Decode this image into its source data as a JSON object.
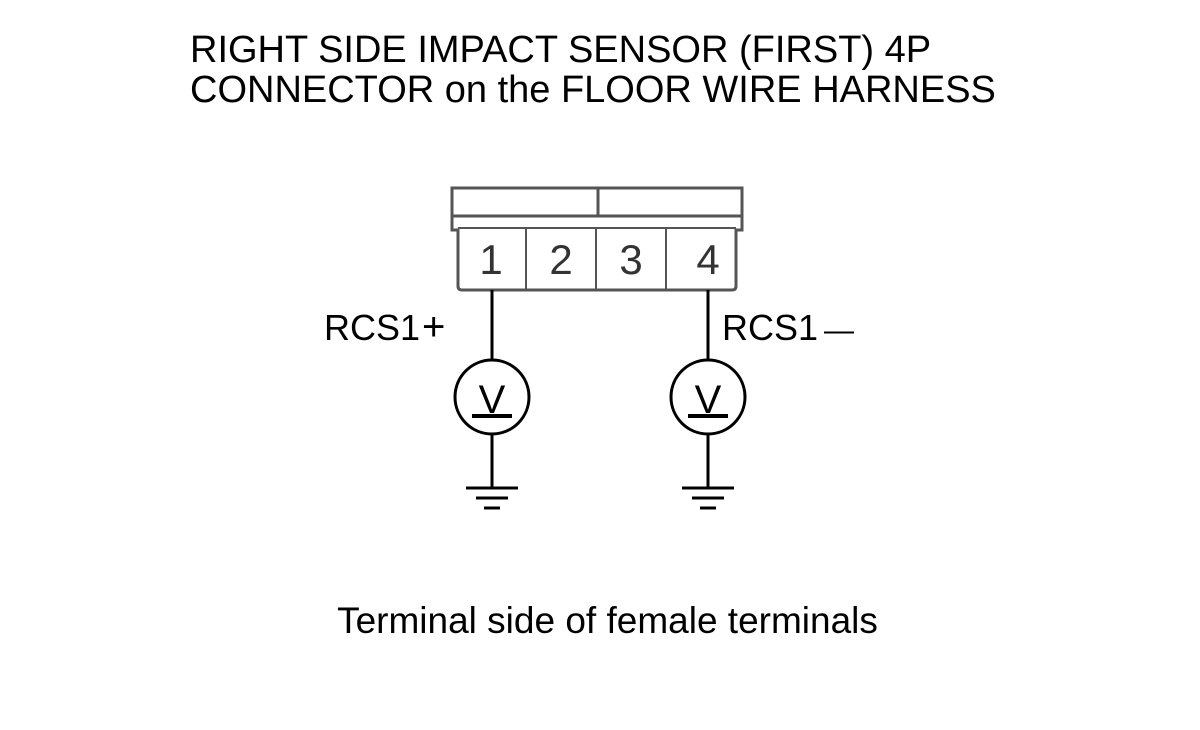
{
  "title": {
    "line1": "RIGHT SIDE IMPACT SENSOR (FIRST) 4P",
    "line2": "CONNECTOR on the FLOOR WIRE HARNESS"
  },
  "connector": {
    "terminals": [
      "1",
      "2",
      "3",
      "4"
    ]
  },
  "probes": {
    "positive": {
      "label": "RCS1",
      "polarity": "+",
      "meter_symbol": "V"
    },
    "negative": {
      "label": "RCS1",
      "polarity": "—",
      "meter_symbol": "V"
    }
  },
  "caption": "Terminal side of female terminals",
  "colors": {
    "line": "#000000",
    "connector_body": "#555555",
    "background": "#ffffff"
  }
}
